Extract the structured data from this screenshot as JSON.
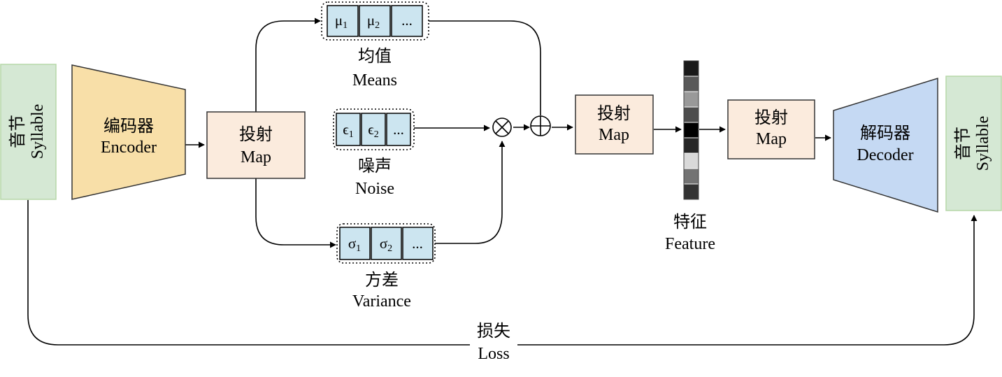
{
  "colors": {
    "syllable_fill": "#d5e8d4",
    "syllable_stroke": "#b6d7a8",
    "encoder_fill": "#f8dfa8",
    "encoder_stroke": "#333333",
    "map_fill": "#fbebdd",
    "decoder_fill": "#c5d9f3",
    "vector_cell_fill": "#cce5f0",
    "line": "#000000"
  },
  "input_syllable": {
    "zh": "音节",
    "en": "Syllable"
  },
  "encoder": {
    "zh": "编码器",
    "en": "Encoder"
  },
  "map1": {
    "zh": "投射",
    "en": "Map"
  },
  "means": {
    "cells": [
      {
        "sym": "μ",
        "sub": "1"
      },
      {
        "sym": "μ",
        "sub": "2"
      },
      {
        "sym": "..."
      }
    ],
    "zh": "均值",
    "en": "Means"
  },
  "noise": {
    "cells": [
      {
        "sym": "ϵ",
        "sub": "1"
      },
      {
        "sym": "ϵ",
        "sub": "2"
      },
      {
        "sym": "..."
      }
    ],
    "zh": "噪声",
    "en": "Noise"
  },
  "variance": {
    "cells": [
      {
        "sym": "σ",
        "sub": "1"
      },
      {
        "sym": "σ",
        "sub": "2"
      },
      {
        "sym": "..."
      }
    ],
    "zh": "方差",
    "en": "Variance"
  },
  "ops": {
    "multiply": "⊗",
    "add": "⊕"
  },
  "map2": {
    "zh": "投射",
    "en": "Map"
  },
  "feature": {
    "zh": "特征",
    "en": "Feature",
    "shades": [
      "#1a1a1a",
      "#595959",
      "#999999",
      "#4d4d4d",
      "#000000",
      "#262626",
      "#d9d9d9",
      "#737373",
      "#333333"
    ]
  },
  "map3": {
    "zh": "投射",
    "en": "Map"
  },
  "decoder": {
    "zh": "解码器",
    "en": "Decoder"
  },
  "output_syllable": {
    "zh": "音节",
    "en": "Syllable"
  },
  "loss": {
    "zh": "损失",
    "en": "Loss"
  }
}
